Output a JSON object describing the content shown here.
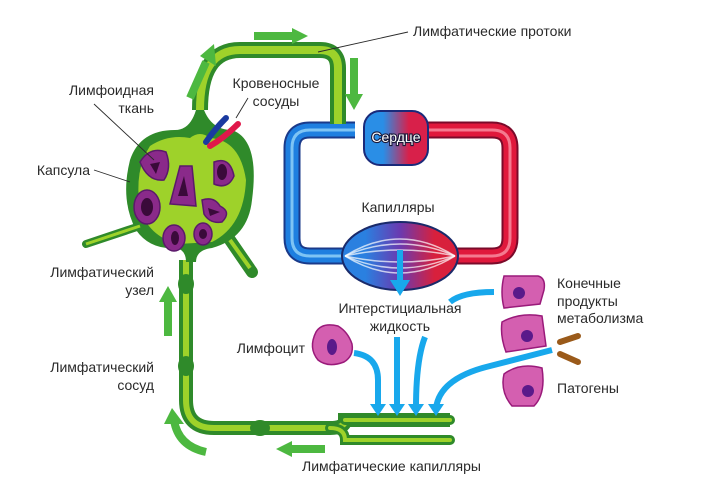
{
  "diagram": {
    "title": "Лимфатическая система",
    "labels": {
      "lymph_ducts": "Лимфатические протоки",
      "lymphoid_tissue_l1": "Лимфоидная",
      "lymphoid_tissue_l2": "ткань",
      "blood_vessels_l1": "Кровеносные",
      "blood_vessels_l2": "сосуды",
      "capsule": "Капсула",
      "heart": "Сердце",
      "capillaries": "Капилляры",
      "lymph_node_l1": "Лимфатический",
      "lymph_node_l2": "узел",
      "interstitial_l1": "Интерстициальная",
      "interstitial_l2": "жидкость",
      "metabolic_l1": "Конечные",
      "metabolic_l2": "продукты",
      "metabolic_l3": "метаболизма",
      "lymphocyte": "Лимфоцит",
      "lymph_vessel_l1": "Лимфатический",
      "lymph_vessel_l2": "сосуд",
      "pathogens": "Патогены",
      "lymph_capillaries": "Лимфатические капилляры"
    },
    "colors": {
      "lymph_dark": "#2f8a2a",
      "lymph_light": "#9ed22a",
      "flow_arrow": "#4db840",
      "vein_blue": "#1e7fe0",
      "artery_red": "#e0183c",
      "fluid_arrow": "#18a8ec",
      "cell_pink": "#d45fb0",
      "nucleus": "#5a1a8a",
      "pathogen": "#9a5a1a",
      "lymphoid_tissue": "#8a2a8a"
    }
  }
}
